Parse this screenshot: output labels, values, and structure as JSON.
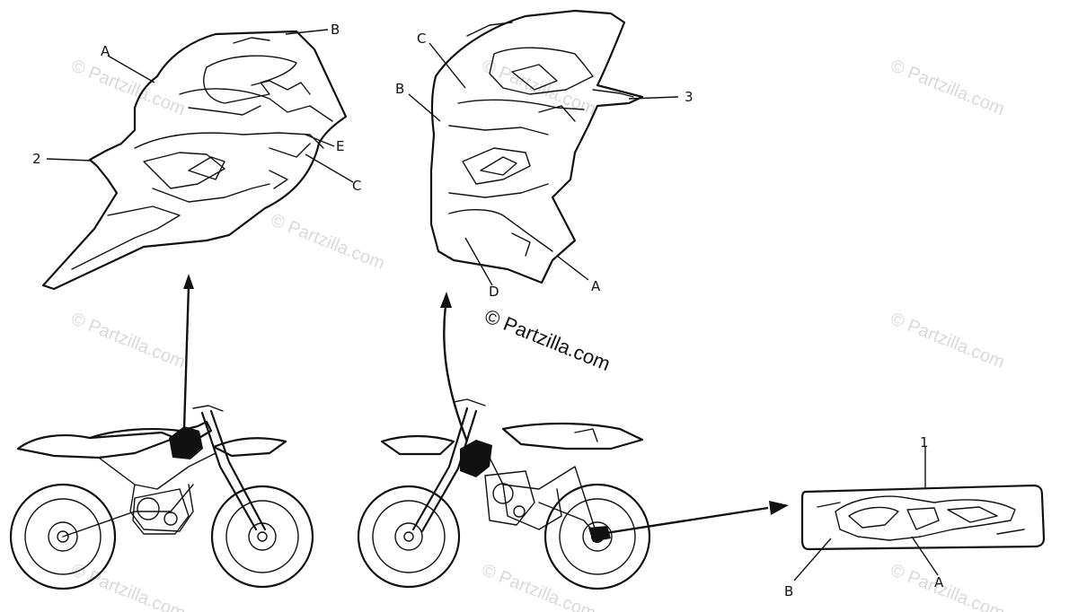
{
  "callouts": {
    "left_A": "A",
    "left_B": "B",
    "left_2": "2",
    "left_E": "E",
    "left_C": "C",
    "mid_C": "C",
    "mid_B": "B",
    "mid_3": "3",
    "mid_A": "A",
    "mid_D": "D",
    "emblem_1": "1",
    "emblem_B": "B",
    "emblem_A": "A"
  },
  "copyright": "© Partzilla.com",
  "watermarks": [
    "© Partzilla.com",
    "© Partzilla.com",
    "© Partzilla.com",
    "© Partzilla.com",
    "© Partzilla.com",
    "© Partzilla.com",
    "© Partzilla.com",
    "© Partzilla.com",
    "© Partzilla.com"
  ]
}
